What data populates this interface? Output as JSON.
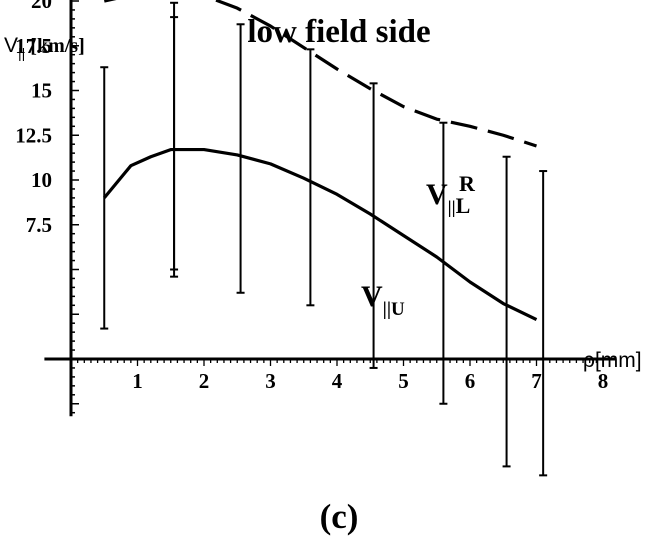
{
  "chart_data": {
    "type": "line",
    "title": "low field side",
    "ylabel": {
      "main": "V",
      "sub": "||",
      "unit": " [km/s]"
    },
    "xlabel": "ρ[mm]",
    "caption": "(c)",
    "xlim": [
      -0.4,
      8.2
    ],
    "ylim": [
      -3.2,
      21.6
    ],
    "x_ticks": [
      {
        "value": 1,
        "label": "1"
      },
      {
        "value": 2,
        "label": "2"
      },
      {
        "value": 3,
        "label": "3"
      },
      {
        "value": 4,
        "label": "4"
      },
      {
        "value": 5,
        "label": "5"
      },
      {
        "value": 6,
        "label": "6"
      },
      {
        "value": 7,
        "label": "7"
      },
      {
        "value": 8,
        "label": "8"
      }
    ],
    "y_ticks": [
      {
        "value": 7.5,
        "label": "7.5"
      },
      {
        "value": 10,
        "label": "10"
      },
      {
        "value": 12.5,
        "label": "12.5"
      },
      {
        "value": 15,
        "label": "15"
      },
      {
        "value": 17.5,
        "label": "17.5"
      },
      {
        "value": 20,
        "label": "20"
      }
    ],
    "series": [
      {
        "key": "vL",
        "style": "dashed",
        "label_main": "V",
        "label_sub": "||",
        "label_sub2": "L",
        "label_sup": "R",
        "x": [
          0.5,
          1.0,
          1.5,
          2.0,
          2.5,
          3.0,
          3.5,
          4.0,
          4.5,
          5.0,
          5.5,
          6.0,
          6.5,
          7.0
        ],
        "y": [
          20.0,
          20.4,
          20.6,
          20.3,
          19.6,
          18.6,
          17.4,
          16.2,
          15.1,
          14.1,
          13.4,
          13.0,
          12.5,
          11.9
        ]
      },
      {
        "key": "vU",
        "style": "solid",
        "label_main": "V",
        "label_sub": "||U",
        "x": [
          0.5,
          0.9,
          1.2,
          1.5,
          2.0,
          2.5,
          3.0,
          3.5,
          4.0,
          4.5,
          5.0,
          5.5,
          6.0,
          6.5,
          7.0
        ],
        "y": [
          9.0,
          10.8,
          11.3,
          11.7,
          11.7,
          11.4,
          10.9,
          10.1,
          9.2,
          8.1,
          6.9,
          5.7,
          4.3,
          3.1,
          2.2
        ]
      }
    ],
    "error_bars": [
      {
        "x": 0.5,
        "low": 1.7,
        "high": 16.3
      },
      {
        "x": 1.55,
        "low": 4.6,
        "high": 19.9
      },
      {
        "x": 1.55,
        "low": 5.0,
        "high": 19.1
      },
      {
        "x": 2.55,
        "low": 3.7,
        "high": 18.7
      },
      {
        "x": 3.6,
        "low": 3.0,
        "high": 17.3
      },
      {
        "x": 4.55,
        "low": -0.5,
        "high": 15.4
      },
      {
        "x": 5.6,
        "low": -2.5,
        "high": 13.2
      },
      {
        "x": 6.55,
        "low": -6.0,
        "high": 11.3
      },
      {
        "x": 7.1,
        "low": -6.5,
        "high": 10.5
      }
    ]
  }
}
